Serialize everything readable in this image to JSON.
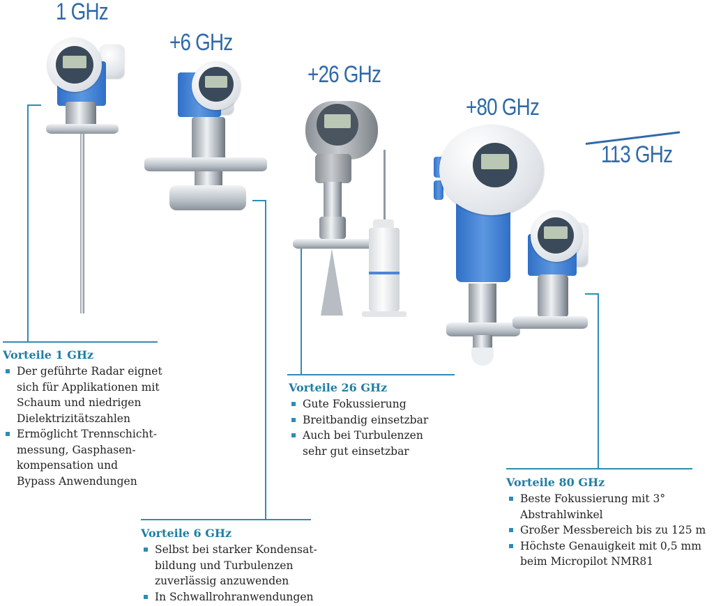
{
  "frequencies": [
    {
      "label": "1 GHz"
    },
    {
      "label": "+6 GHz"
    },
    {
      "label": "+26 GHz"
    },
    {
      "label": "+80 GHz"
    },
    {
      "label": "113 GHz"
    }
  ],
  "colors": {
    "handwriting": "#2f6aa8",
    "accent": "#2e8cb3",
    "heading": "#1f7ea3",
    "text": "#222222",
    "device_blue": "#4a86d6"
  },
  "blocks": [
    {
      "title": "Vorteile 1 GHz",
      "items": [
        [
          "Der geführte Radar eignet",
          "sich für Applikationen mit",
          "Schaum und niedrigen",
          "Dielektrizitätszahlen"
        ],
        [
          "Ermöglicht Trennschicht-",
          "messung, Gasphasen-",
          "kompensation und",
          "Bypass Anwendungen"
        ]
      ]
    },
    {
      "title": "Vorteile 6 GHz",
      "items": [
        [
          "Selbst bei starker Kondensat-",
          "bildung und Turbulenzen",
          "zuverlässig anzuwenden"
        ],
        [
          "In Schwallrohranwendungen"
        ]
      ]
    },
    {
      "title": "Vorteile 26 GHz",
      "items": [
        [
          "Gute Fokussierung"
        ],
        [
          "Breitbandig einsetzbar"
        ],
        [
          "Auch bei Turbulenzen",
          "sehr gut einsetzbar"
        ]
      ]
    },
    {
      "title": "Vorteile 80 GHz",
      "items": [
        [
          "Beste Fokussierung mit 3°",
          "Abstrahlwinkel"
        ],
        [
          "Großer Messbereich bis zu 125 m"
        ],
        [
          "Höchste Genauigkeit mit 0,5 mm",
          "beim Micropilot NMR81"
        ]
      ]
    }
  ],
  "devices": [
    {
      "name": "guided-radar-1ghz"
    },
    {
      "name": "radar-6ghz"
    },
    {
      "name": "radar-26ghz-horn"
    },
    {
      "name": "radar-26ghz-compact"
    },
    {
      "name": "radar-80ghz-large"
    },
    {
      "name": "radar-80ghz-compact"
    }
  ]
}
